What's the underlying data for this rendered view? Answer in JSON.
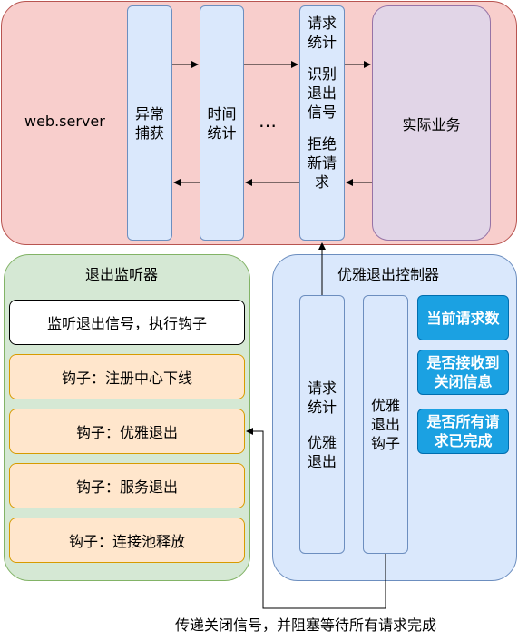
{
  "web_server": {
    "label": "web.server",
    "exception_capture": "异常\n捕获",
    "time_stats": "时间\n统计",
    "ellipsis": "…",
    "request_stats": "请求\n统计",
    "identify_exit_signal": "识别\n退出\n信号",
    "reject_new_request": "拒绝\n新请\n求",
    "actual_business": "实际业务"
  },
  "exit_listener": {
    "title": "退出监听器",
    "listen_box": "监听退出信号，执行钩子",
    "hooks": [
      "钩子：注册中心下线",
      "钩子：优雅退出",
      "钩子：服务退出",
      "钩子：连接池释放"
    ]
  },
  "graceful_controller": {
    "title": "优雅退出控制器",
    "request_stats": "请求\n统计",
    "graceful_exit": "优雅\n退出",
    "graceful_exit_hook": "优雅\n退出\n钩子",
    "current_request_count": "当前请求数",
    "close_signal_received": "是否接收到\n关闭信息",
    "all_requests_done": "是否所有请\n求已完成"
  },
  "annotation": "传递关闭信号，并阻塞等待所有请求完成",
  "colors": {
    "web_server_fill": "#f8cecc",
    "listener_fill": "#d5e8d4",
    "controller_fill": "#dae8fc",
    "hook_fill": "#ffe6cc",
    "business_fill": "#e1d5e7",
    "badge_fill": "#1ba1e2"
  }
}
